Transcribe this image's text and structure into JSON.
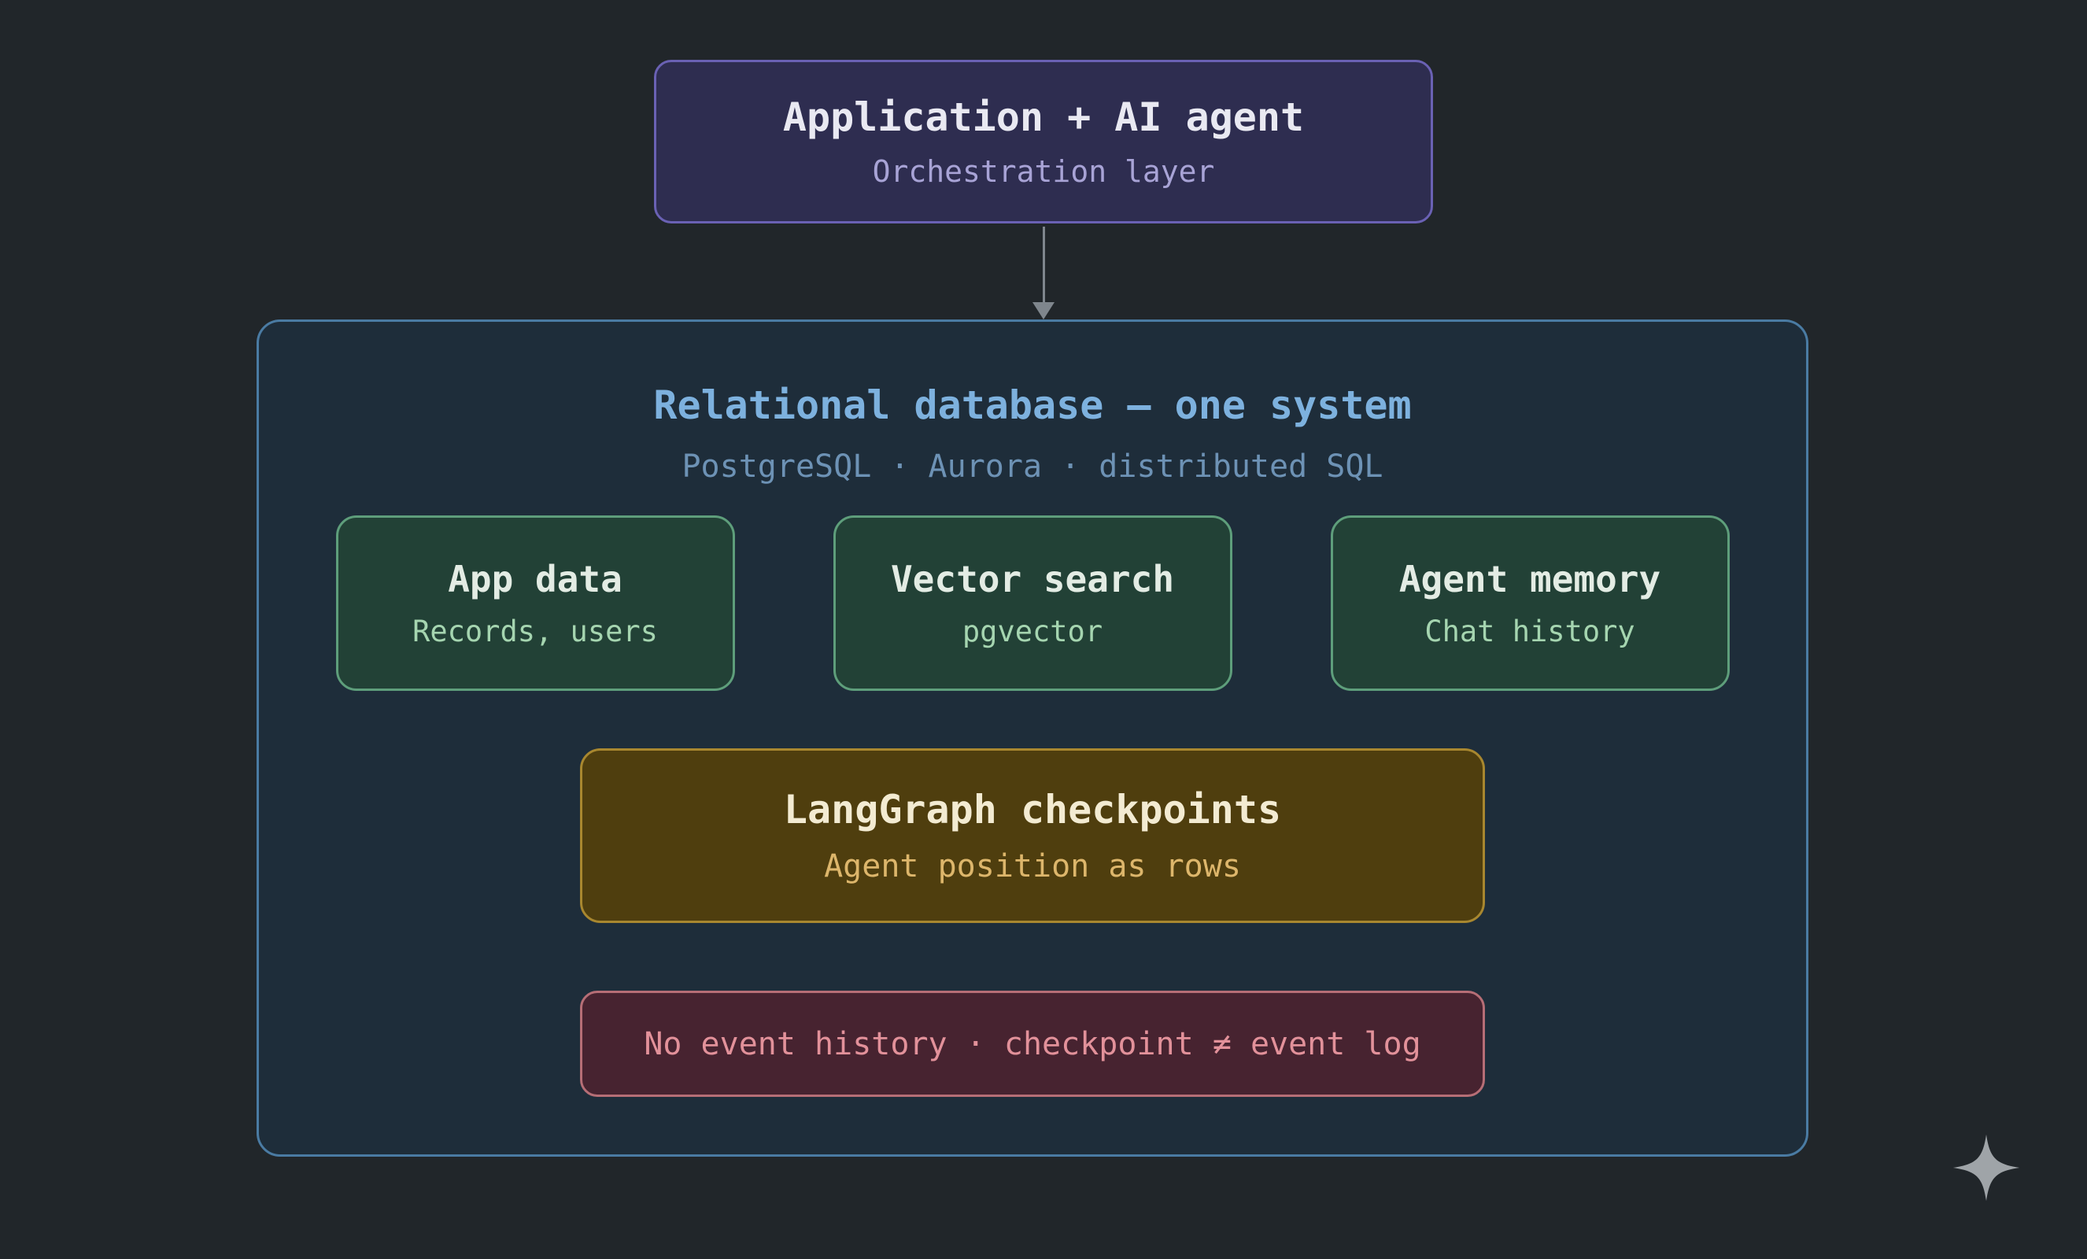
{
  "app_box": {
    "title": "Application + AI agent",
    "subtitle": "Orchestration layer"
  },
  "database_box": {
    "title": "Relational database — one system",
    "subtitle": "PostgreSQL · Aurora · distributed SQL",
    "capabilities": [
      {
        "title": "App data",
        "subtitle": "Records, users"
      },
      {
        "title": "Vector search",
        "subtitle": "pgvector"
      },
      {
        "title": "Agent memory",
        "subtitle": "Chat history"
      }
    ],
    "checkpoints": {
      "title": "LangGraph checkpoints",
      "subtitle": "Agent position as rows"
    },
    "warning": "No event history · checkpoint ≠ event log"
  },
  "colors": {
    "bg": "#21262a",
    "app_fill": "#2e2d50",
    "app_border": "#6a61b4",
    "app_title": "#e9e9f2",
    "app_subtitle": "#a8a3d6",
    "db_fill": "#1e2d3a",
    "db_border": "#4a7ba3",
    "db_title": "#7db1de",
    "db_subtitle": "#6d92b5",
    "cap_fill": "#224136",
    "cap_border": "#5e9e7b",
    "cap_title": "#e3ece4",
    "cap_subtitle": "#a5d5b0",
    "ckpt_fill": "#4f3e0e",
    "ckpt_border": "#a8872f",
    "ckpt_title": "#f3ebd2",
    "ckpt_subtitle": "#ddb66b",
    "warn_fill": "#472330",
    "warn_border": "#b66e76",
    "warn_text": "#e2919a",
    "arrow": "#7f868d",
    "sparkle": "#9fa4a8"
  }
}
